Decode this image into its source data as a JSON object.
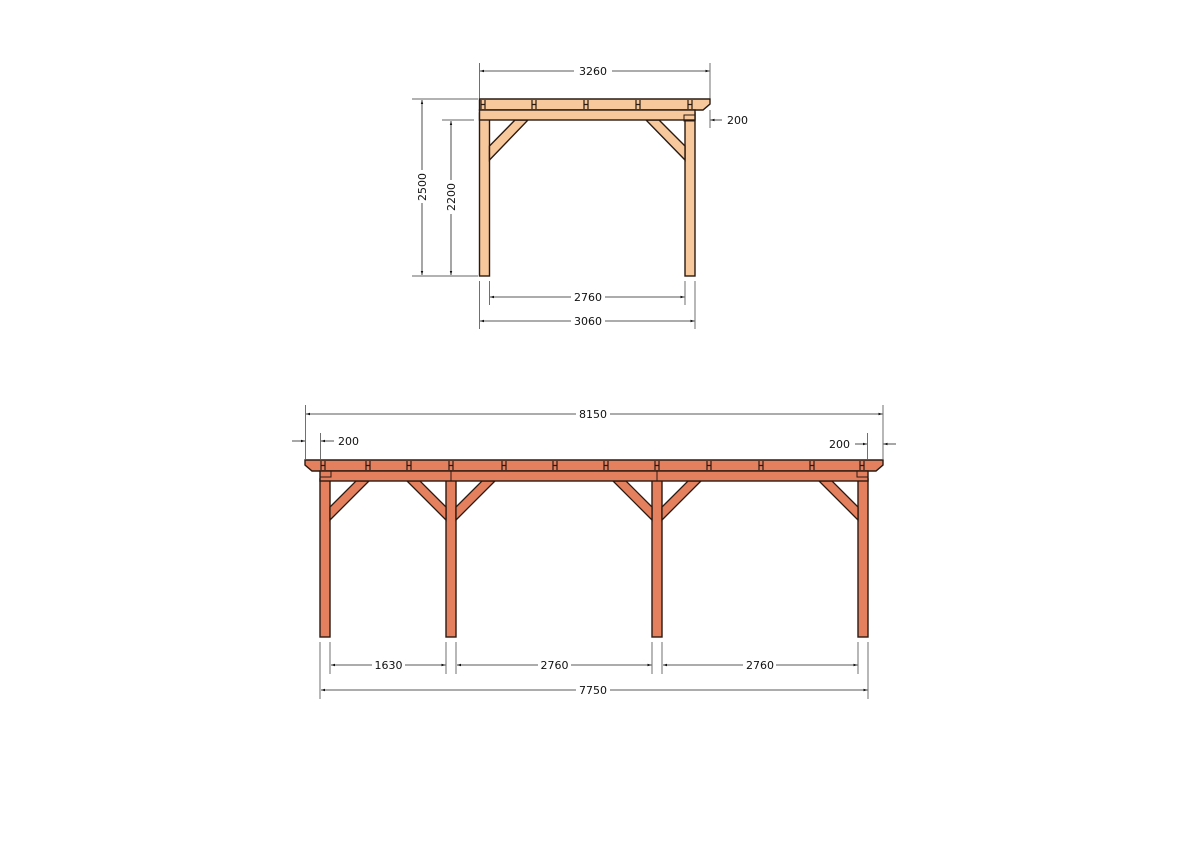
{
  "colors": {
    "front_wood": "#f6c89c",
    "side_wood": "#e5805f",
    "outline": "#2a1a12",
    "dim": "#222222"
  },
  "front_view": {
    "dimensions": {
      "total_width": "3260",
      "overhang": "200",
      "total_height": "2500",
      "post_height": "2200",
      "clear_span": "2760",
      "outer_width": "3060"
    }
  },
  "side_view": {
    "dimensions": {
      "total_length": "8150",
      "overhang_left": "200",
      "overhang_right": "200",
      "span_1": "1630",
      "span_2": "2760",
      "span_3": "2760",
      "outer_length": "7750"
    }
  }
}
